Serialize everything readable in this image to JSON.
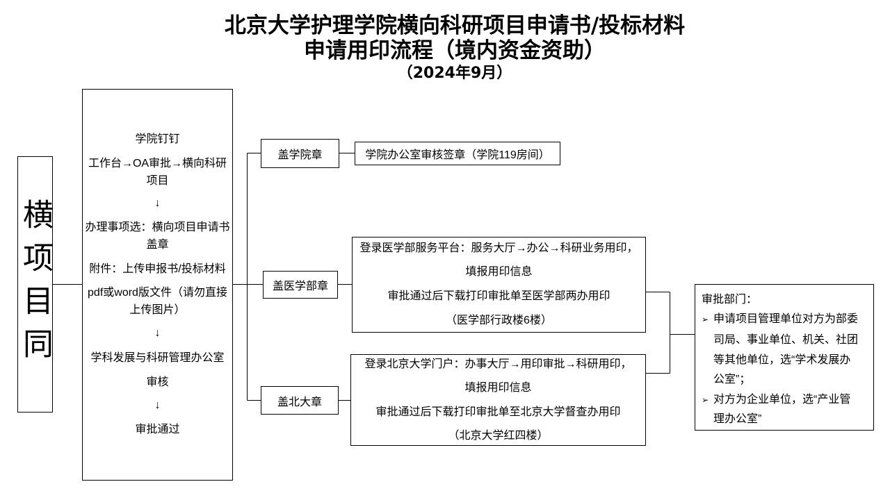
{
  "title": {
    "line1": "北京大学护理学院横向科研项目申请书/投标材料",
    "line2": "申请用印流程（境内资金资助）",
    "date": "（2024年9月）"
  },
  "project_type_label": "横项目同",
  "process_box": {
    "lines": [
      "学院钉钉",
      "工作台→OA审批→横向科研",
      "项目",
      "↓",
      "办理事项选：横向项目申请书",
      "盖章",
      "附件：上传申报书/投标材料",
      "pdf或word版文件（请勿直接",
      "上传图片）",
      "↓",
      "学科发展与科研管理办公室",
      "审核",
      "↓",
      "审批通过"
    ]
  },
  "branches": {
    "school": {
      "label": "盖学院章",
      "detail": [
        "学院办公室审核签章（学院119房间）"
      ]
    },
    "medical": {
      "label": "盖医学部章",
      "detail": [
        "登录医学部服务平台：服务大厅→办公→科研业务用印，",
        "填报用印信息",
        "审批通过后下载打印审批单至医学部两办用印",
        "（医学部行政楼6楼）"
      ]
    },
    "pku": {
      "label": "盖北大章",
      "detail": [
        "登录北京大学门户：办事大厅→用印审批→科研用印，",
        "填报用印信息",
        "审批通过后下载打印审批单至北京大学督查办用印",
        "（北京大学红四楼）"
      ]
    }
  },
  "approval_box": {
    "heading": "审批部门：",
    "bullet": "➢",
    "items": [
      {
        "lines": [
          "申请项目管理单位对方为部委",
          "司局、事业单位、机关、社团",
          "等其他单位，选“学术发展办",
          "公室”；"
        ]
      },
      {
        "lines": [
          "对方为企业单位，选“产业管",
          "理办公室”"
        ]
      }
    ]
  },
  "colors": {
    "text": "#000000",
    "line": "#000000",
    "background": "#ffffff"
  }
}
